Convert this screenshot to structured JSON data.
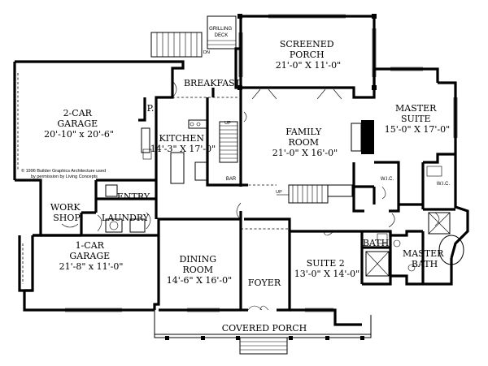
{
  "rooms": {
    "screened_porch": {
      "name": "SCREENED\nPORCH",
      "dims": "21'-0\" X 11'-0\""
    },
    "grilling_deck": {
      "name": "GRILLING\nDECK"
    },
    "breakfast": {
      "name": "BREAKFAST"
    },
    "garage_2car": {
      "name": "2-CAR\nGARAGE",
      "dims": "20'-10\" x 20'-6\""
    },
    "pantry": {
      "name": "P."
    },
    "kitchen": {
      "name": "KITCHEN",
      "dims": "14'-3\" X 17'-0\""
    },
    "family_room": {
      "name": "FAMILY\nROOM",
      "dims": "21'-0\" X 16'-0\""
    },
    "master_suite": {
      "name": "MASTER\nSUITE",
      "dims": "15'-0\" X 17'-0\""
    },
    "wic_left": {
      "name": "W.I.C."
    },
    "wic_right": {
      "name": "W.I.C."
    },
    "bar": {
      "name": "BAR"
    },
    "entry": {
      "name": "ENTRY"
    },
    "workshop": {
      "name": "WORK\nSHOP"
    },
    "laundry": {
      "name": "LAUNDRY"
    },
    "garage_1car": {
      "name": "1-CAR\nGARAGE",
      "dims": "21'-8\" x 11'-0\""
    },
    "dining_room": {
      "name": "DINING\nROOM",
      "dims": "14'-6\" X 16'-0\""
    },
    "foyer": {
      "name": "FOYER"
    },
    "suite2": {
      "name": "SUITE 2",
      "dims": "13'-0\" X 14'-0\""
    },
    "bath": {
      "name": "BATH"
    },
    "master_bath": {
      "name": "MASTER\nBATH"
    },
    "covered_porch": {
      "name": "COVERED PORCH"
    }
  },
  "stair_labels": {
    "up": "UP",
    "dn": "DN"
  },
  "copyright": "© 1996 Builder Graphics Architecture used\nby permission by Living Concepts"
}
